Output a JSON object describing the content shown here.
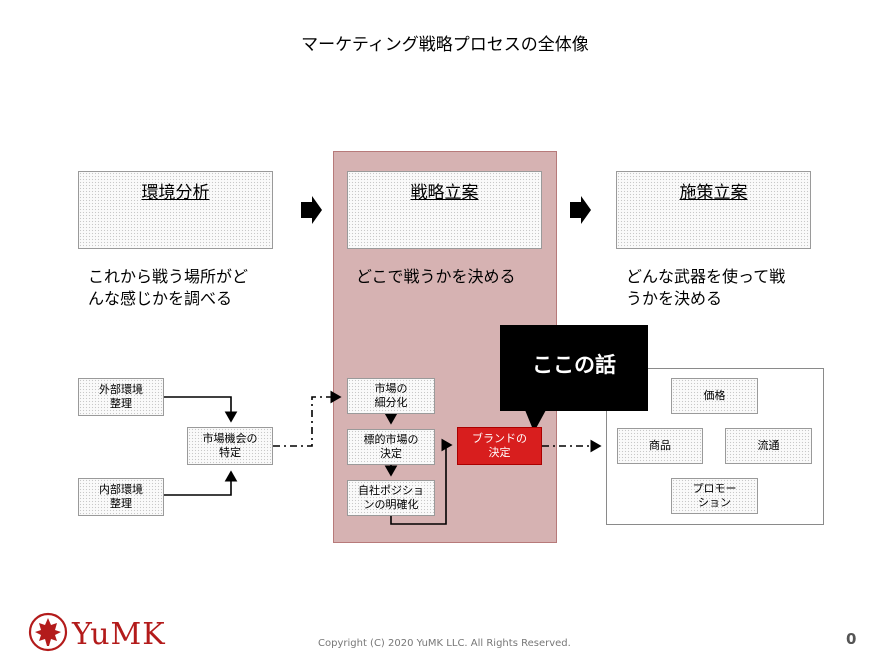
{
  "title": "マーケティング戦略プロセスの全体像",
  "stages": [
    {
      "label": "環境分析",
      "desc_line1": "これから戦う場所がど",
      "desc_line2": "んな感じかを調べる"
    },
    {
      "label": "戦略立案",
      "desc_line1": "どこで戦うかを決める",
      "desc_line2": ""
    },
    {
      "label": "施策立案",
      "desc_line1": "どんな武器を使って戦",
      "desc_line2": "うかを決める"
    }
  ],
  "env_nodes": {
    "external": [
      "外部環境",
      "整理"
    ],
    "internal": [
      "内部環境",
      "整理"
    ],
    "opportunity": [
      "市場機会の",
      "特定"
    ]
  },
  "strategy_nodes": {
    "segmentation": [
      "市場の",
      "細分化"
    ],
    "targeting": [
      "標的市場の",
      "決定"
    ],
    "positioning": [
      "自社ポジショ",
      "ンの明確化"
    ],
    "brand": [
      "ブランドの",
      "決定"
    ]
  },
  "tactics_nodes": {
    "price": "価格",
    "product": "商品",
    "place": "流通",
    "promotion": [
      "プロモー",
      "ション"
    ]
  },
  "callout": "ここの話",
  "footer": {
    "copyright": "Copyright (C) 2020 YuMK LLC. All Rights Reserved.",
    "page": "0",
    "logo": "YuMK"
  },
  "colors": {
    "strategy_panel": "#d6b2b2",
    "brand_box": "#d81e1e",
    "logo": "#b31b1b"
  }
}
